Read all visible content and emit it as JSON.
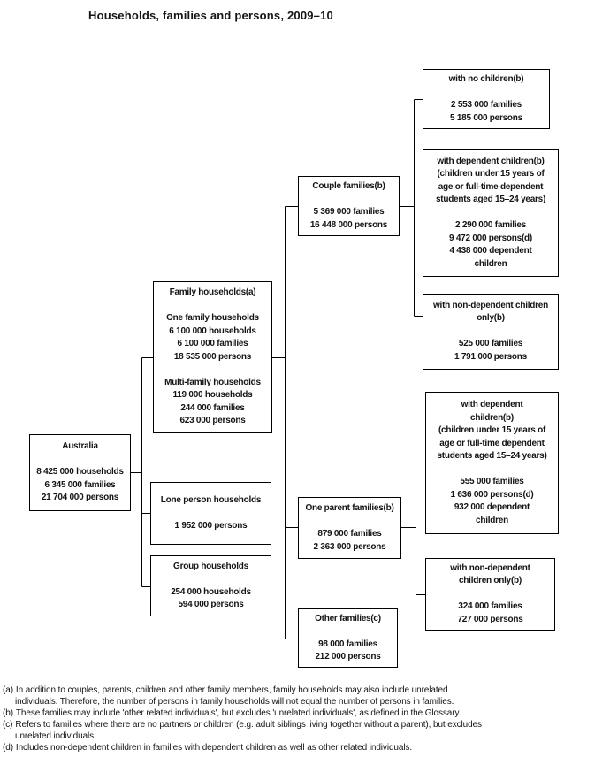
{
  "title": "Households, families and persons, 2009–10",
  "colors": {
    "background": "#ffffff",
    "border": "#000000",
    "text": "#141414"
  },
  "tree": {
    "australia": {
      "name": "Australia",
      "lines": [
        "Australia",
        "",
        "8 425 000 households",
        "6 345 000 families",
        "21 704 000 persons"
      ]
    },
    "family_households": {
      "name": "Family households(a)",
      "lines": [
        "Family households(a)",
        "",
        "One family households",
        "6 100 000 households",
        "6 100 000 families",
        "18 535 000 persons",
        "",
        "Multi-family households",
        "119 000 households",
        "244 000 families",
        "623 000 persons"
      ]
    },
    "lone_person_households": {
      "name": "Lone person households",
      "lines": [
        "Lone person households",
        "",
        "1 952 000 persons"
      ]
    },
    "group_households": {
      "name": "Group households",
      "lines": [
        "Group households",
        "",
        "254 000 households",
        "594 000 persons"
      ]
    },
    "couple_families": {
      "name": "Couple families(b)",
      "lines": [
        "Couple families(b)",
        "",
        "5 369 000 families",
        "16 448 000 persons"
      ]
    },
    "one_parent_families": {
      "name": "One parent families(b)",
      "lines": [
        "One parent families(b)",
        "",
        "879 000 families",
        "2 363 000 persons"
      ]
    },
    "other_families": {
      "name": "Other families(c)",
      "lines": [
        "Other families(c)",
        "",
        "98 000 families",
        "212 000 persons"
      ]
    },
    "couple_no_children": {
      "name": "with no children(b)",
      "lines": [
        "with no children(b)",
        "",
        "2 553 000 families",
        "5 185 000 persons"
      ]
    },
    "couple_dependent_children": {
      "name": "with dependent children(b)",
      "lines": [
        "with dependent children(b)",
        "(children under 15 years of",
        "age or full-time dependent",
        "students aged 15–24 years)",
        "",
        "2 290 000 families",
        "9 472 000 persons(d)",
        "4 438 000 dependent",
        "children"
      ]
    },
    "couple_non_dependent_children": {
      "name": "with non-dependent children only(b)",
      "lines": [
        "with non-dependent children",
        "only(b)",
        "",
        "525 000 families",
        "1 791 000 persons"
      ]
    },
    "parent_dependent_children": {
      "name": "with dependent children(b)",
      "lines": [
        "with dependent",
        "children(b)",
        "(children under 15 years of",
        "age or full-time dependent",
        "students aged 15–24 years)",
        "",
        "555 000 families",
        "1 636 000 persons(d)",
        "932 000 dependent",
        "children"
      ]
    },
    "parent_non_dependent_children": {
      "name": "with non-dependent children only(b)",
      "lines": [
        "with non-dependent",
        "children only(b)",
        "",
        "324 000 families",
        "727 000 persons"
      ]
    }
  },
  "footnotes": [
    {
      "label": "(a)",
      "text": "In addition to couples, parents, children and other family members, family households may also include unrelated\nindividuals. Therefore, the number of persons in family households will not equal the number of persons in families."
    },
    {
      "label": "(b)",
      "text": "These families may include 'other related individuals', but excludes 'unrelated individuals', as defined in the Glossary."
    },
    {
      "label": "(c)",
      "text": "Refers to families where there are no partners or children (e.g. adult siblings living together without a parent), but excludes\nunrelated individuals."
    },
    {
      "label": "(d)",
      "text": "Includes non-dependent children in families with dependent children as well as other related individuals."
    }
  ]
}
